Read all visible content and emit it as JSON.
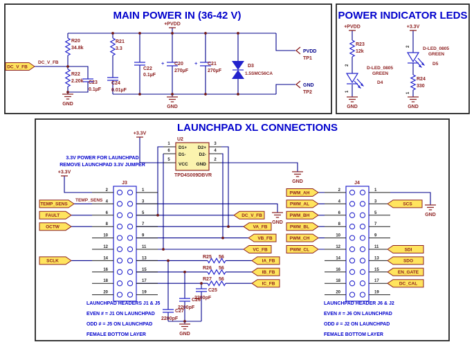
{
  "common": {
    "gnd": "GND"
  },
  "colors": {
    "wire": "#00008B",
    "symbol": "#2323CC",
    "label": "#8B1C1C",
    "title": "#0000CC",
    "flag_fill": "#FFE45E",
    "chip_fill": "#FBF3AE",
    "note": "#0000CC"
  },
  "sections": {
    "main_power": {
      "title": "MAIN POWER IN (36-42 V)",
      "input_flag": "DC_V_FB",
      "net_label": "DC_V_FB",
      "pvdd": "+PVDD",
      "r20": {
        "ref": "R20",
        "value": "34.8k"
      },
      "r22": {
        "ref": "R22",
        "value": "2.20k"
      },
      "c23": {
        "ref": "C23",
        "value": "0.1µF"
      },
      "r21": {
        "ref": "R21",
        "value": "3.3"
      },
      "c24": {
        "ref": "C24",
        "value": "0.01µF"
      },
      "c22": {
        "ref": "C22",
        "value": "0.1µF"
      },
      "c20": {
        "ref": "C20",
        "value": "270µF",
        "polarity": "+"
      },
      "c21": {
        "ref": "C21",
        "value": "270µF",
        "polarity": "+"
      },
      "d3": {
        "ref": "D3",
        "value": "1.5SMC56CA"
      },
      "tp1": {
        "net": "PVDD",
        "ref": "TP1"
      },
      "tp2": {
        "net": "GND",
        "ref": "TP2"
      }
    },
    "leds": {
      "title": "POWER INDICATOR LEDS",
      "pvdd": "+PVDD",
      "v33": "+3.3V",
      "r23": {
        "ref": "R23",
        "value": "12k"
      },
      "r24": {
        "ref": "R24",
        "value": "330"
      },
      "d4": {
        "ref": "D4",
        "type": "D-LED_0805",
        "color": "GREEN"
      },
      "d5": {
        "ref": "D5",
        "type": "D-LED_0805",
        "color": "GREEN"
      },
      "pin1": "1",
      "pin2": "2"
    },
    "launchpad": {
      "title": "LAUNCHPAD XL CONNECTIONS",
      "note_line1": "3.3V POWER FOR LAUNCHPAD",
      "note_line2": "REMOVE LAUNCHPAD 3.3V JUMPER",
      "v33": "+3.3V",
      "u2": {
        "ref": "U2",
        "part": "TPD4S009DBVR",
        "pin_names": {
          "d1p": "D1+",
          "d1m": "D1-",
          "vcc": "VCC",
          "d2p": "D2+",
          "d2m": "D2-",
          "gnd": "GND"
        },
        "pin_nums": {
          "d1p": "1",
          "d1m": "6",
          "vcc": "5",
          "d2p": "3",
          "d2m": "4",
          "gnd": "2"
        }
      },
      "j3": {
        "ref": "J3",
        "left_pins": [
          "2",
          "4",
          "6",
          "8",
          "10",
          "12",
          "14",
          "16",
          "18",
          "20"
        ],
        "right_pins": [
          "1",
          "3",
          "5",
          "7",
          "9",
          "11",
          "13",
          "15",
          "17",
          "19"
        ],
        "left_flags": [
          "TEMP_SENS",
          "FAULT",
          "OCTW",
          "SCLK"
        ],
        "net_label": "TEMP_SENS",
        "right_flags": [
          "DC_V_FB",
          "VA_FB",
          "VB_FB",
          "VC_FB",
          "IA_FB",
          "IB_FB",
          "IC_FB"
        ]
      },
      "j4": {
        "ref": "J4",
        "left_pins": [
          "2",
          "4",
          "6",
          "8",
          "10",
          "12",
          "14",
          "16",
          "18",
          "20"
        ],
        "right_pins": [
          "1",
          "3",
          "5",
          "7",
          "9",
          "11",
          "13",
          "15",
          "17",
          "19"
        ],
        "left_flags": [
          "PWM_AH",
          "PWM_AL",
          "PWM_BH",
          "PWM_BL",
          "PWM_CH",
          "PWM_CL"
        ],
        "right_flags": [
          "SCS",
          "SDI",
          "SDO",
          "EN_GATE",
          "DC_CAL"
        ]
      },
      "r25": {
        "ref": "R25",
        "value": "56"
      },
      "r26": {
        "ref": "R26",
        "value": "56"
      },
      "r27": {
        "ref": "R27",
        "value": "56"
      },
      "c25": {
        "ref": "C25",
        "value": "2200pF"
      },
      "c26": {
        "ref": "C26",
        "value": "2200pF"
      },
      "c27": {
        "ref": "C27",
        "value": "2200pF"
      },
      "notes_left": [
        "LAUNCHPAD HEADERS J1 & J5",
        "EVEN # = J1 ON LAUNCHPAD",
        "ODD # = J5 ON LAUNCHPAD",
        "FEMALE BOTTOM LAYER"
      ],
      "notes_right": [
        "LAUNCHPAD HEADER J6 & J2",
        "EVEN # = J6 ON LAUNCHPAD",
        "ODD # = J2 ON LAUNCHPAD",
        "FEMALE BOTTOM LAYER"
      ]
    }
  }
}
